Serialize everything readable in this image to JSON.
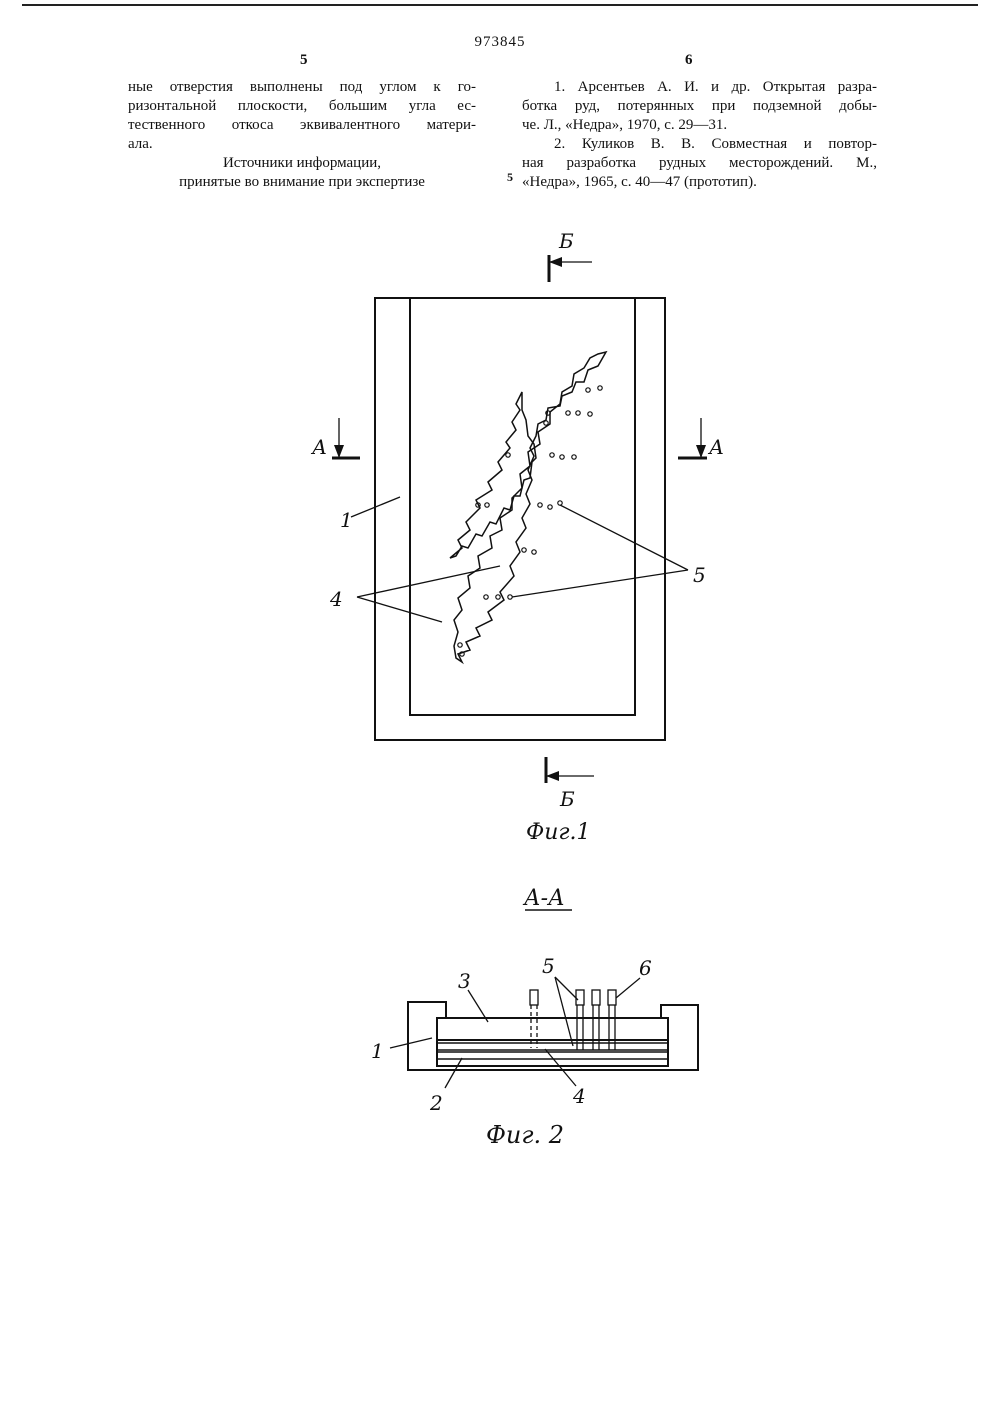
{
  "header": {
    "patent_number": "973845",
    "left_column_number": "5",
    "right_column_number": "6",
    "line_marker": "5"
  },
  "left_column": {
    "lines": [
      "ные отверстия выполнены под углом к го-",
      "ризонтальной плоскости, большим угла ес-",
      "тественного откоса эквивалентного матери-",
      "ала."
    ],
    "sources_heading": [
      "Источники информации,",
      "принятые во внимание при экспертизе"
    ]
  },
  "right_column": {
    "ref1_lines": [
      "1. Арсентьев А. И. и др. Открытая разра-",
      "ботка руд, потерянных при подземной добы-",
      "че. Л., «Недра», 1970, с. 29—31."
    ],
    "ref2_lines": [
      "2. Куликов В. В. Совместная и повтор-",
      "ная разработка рудных месторождений. М.,",
      "«Недра», 1965, с. 40—47 (прототип)."
    ]
  },
  "figure1": {
    "section_b_top": "Б",
    "section_b_bottom": "Б",
    "section_a_left": "А",
    "section_a_right": "А",
    "label_1": "1",
    "label_4": "4",
    "label_5": "5",
    "caption": "Фиг.1"
  },
  "figure2": {
    "section_title": "А-А",
    "label_1": "1",
    "label_2": "2",
    "label_3": "3",
    "label_4": "4",
    "label_5": "5",
    "label_6": "6",
    "caption": "Фиг. 2"
  }
}
